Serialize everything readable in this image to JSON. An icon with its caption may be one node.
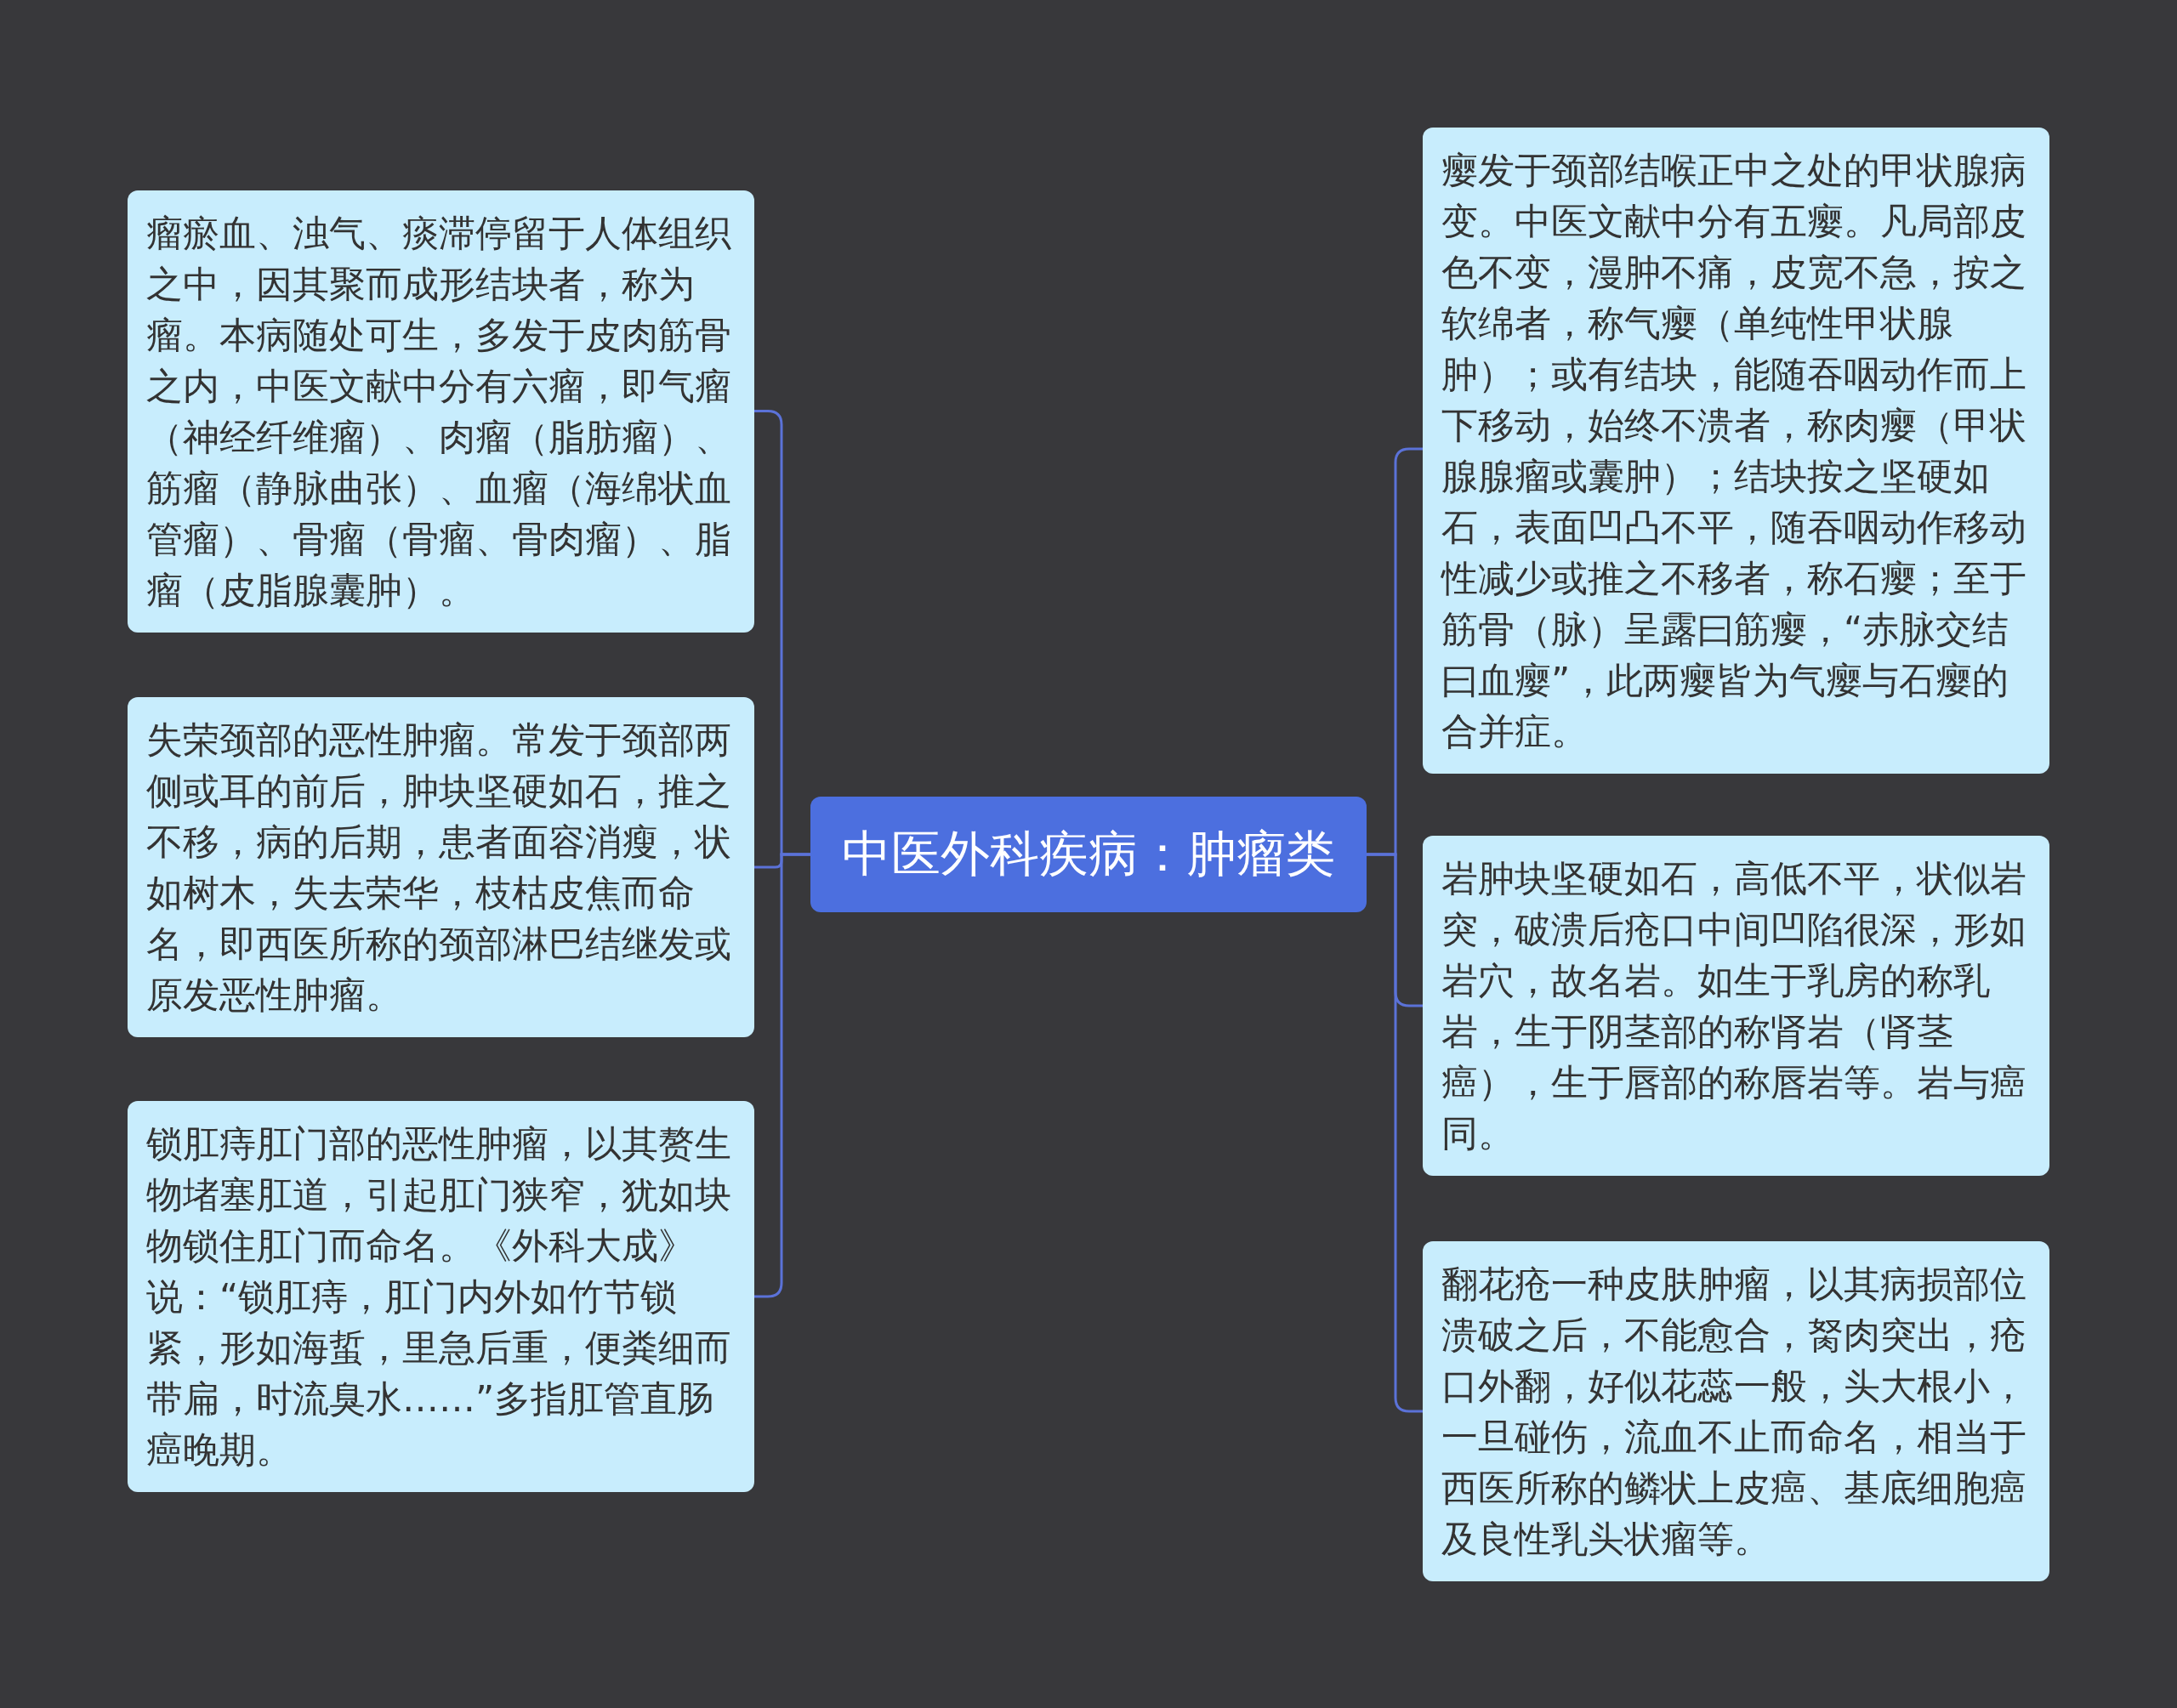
{
  "diagram": {
    "nodes": [
      {
        "text": [
          "中医外科疾病：肿瘤类"
        ]
      },
      {
        "text": [
          "瘤瘀血、浊气、痰滞停留于人体组织之中，因其聚而成形结块者，称为瘤。本病随处可生，多发于皮肉筋骨之内，中医文献中分有六瘤，即气瘤（神经纤维瘤）、肉瘤（脂肪瘤）、筋瘤（静脉曲张）、血瘤（海绵状血管瘤）、骨瘤（骨瘤、骨肉瘤）、脂瘤（皮脂腺囊肿）。"
        ]
      },
      {
        "text": [
          "失荣颈部的恶性肿瘤。常发于颈部两侧或耳的前后，肿块坚硬如石，推之不移，病的后期，患者面容消瘦，状如树木，失去荣华，枝枯皮焦而命名，即西医所称的颈部淋巴结继发或原发恶性肿瘤。"
        ]
      },
      {
        "text": [
          "锁肛痔肛门部的恶性肿瘤，以其赘生物堵塞肛道，引起肛门狭窄，犹如块物锁住肛门而命名。《外科大成》说：“锁肛痔，肛门内外如竹节锁紧，形如海蜇，里急后重，便粪细而带扁，时流臭水……”多指肛管直肠癌晚期。"
        ]
      },
      {
        "text": [
          "瘿发于颈部结喉正中之处的甲状腺病变。中医文献中分有五瘿。凡局部皮色不变，漫肿不痛，皮宽不急，按之软绵者，称气瘿（单纯性甲状腺肿）；或有结块，能随吞咽动作而上下移动，始终不溃者，称肉瘿（甲状腺腺瘤或囊肿）；结块按之坚硬如石，表面凹凸不平，随吞咽动作移动性减少或推之不移者，称石瘿；至于筋骨（脉）呈露曰筋瘿，“赤脉交结曰血瘿”，此两瘿皆为气瘿与石瘿的合并症。"
        ]
      },
      {
        "text": [
          "岩肿块坚硬如石，高低不平，状似岩突，破溃后疮口中间凹陷很深，形如岩穴，故名岩。如生于乳房的称乳岩，生于阴茎部的称肾岩（肾茎癌），生于唇部的称唇岩等。岩与癌同。"
        ]
      },
      {
        "text": [
          "翻花疮一种皮肤肿瘤，以其病损部位溃破之后，不能愈合，胬肉突出，疮口外翻，好似花蕊一般，头大根小，一旦碰伤，流血不止而命名，相当于西医所称的鳞状上皮癌、基底细胞癌及良性乳头状瘤等。"
        ]
      }
    ],
    "edges": [
      {
        "from": 0,
        "to": 1,
        "arrow": "none"
      },
      {
        "from": 0,
        "to": 2,
        "arrow": "none"
      },
      {
        "from": 0,
        "to": 3,
        "arrow": "none"
      },
      {
        "from": 0,
        "to": 4,
        "arrow": "none"
      },
      {
        "from": 0,
        "to": 5,
        "arrow": "none"
      },
      {
        "from": 0,
        "to": 6,
        "arrow": "none"
      }
    ]
  }
}
